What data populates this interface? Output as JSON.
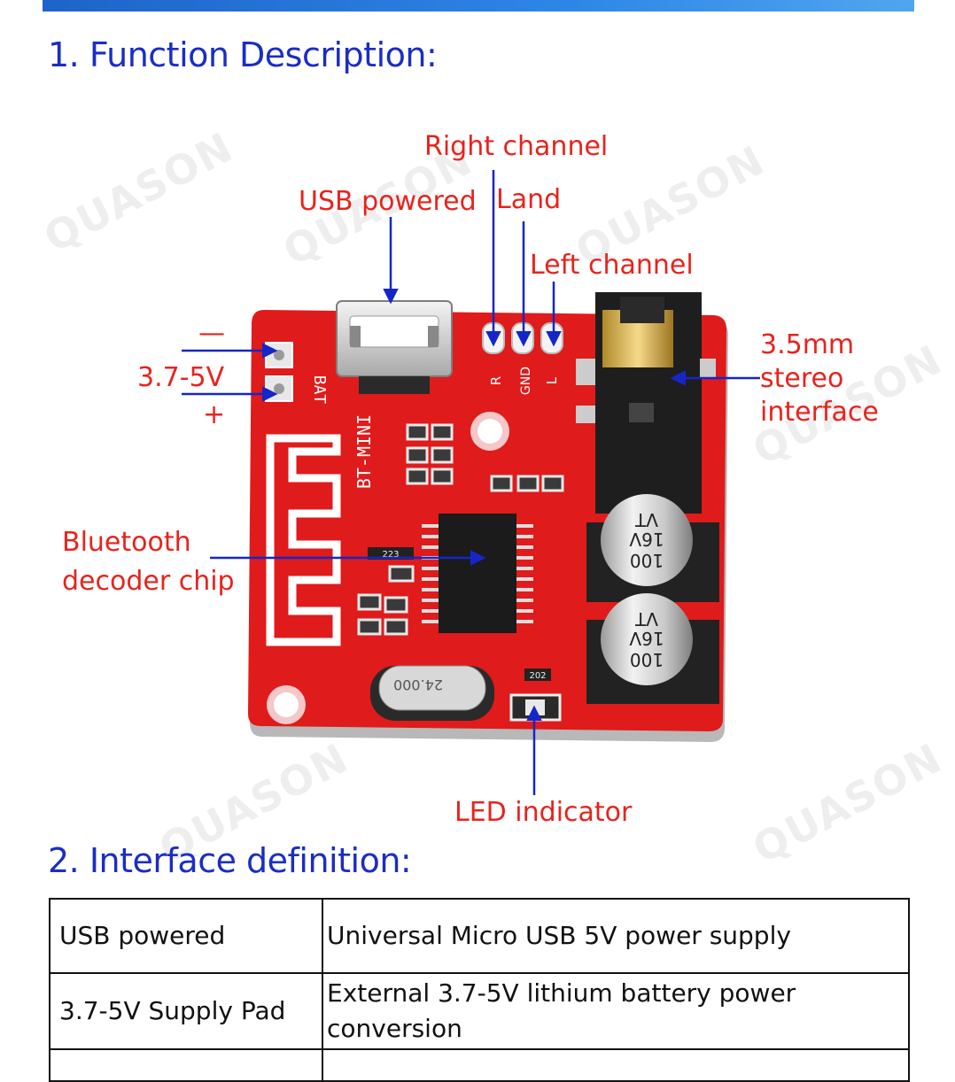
{
  "section1": {
    "title": "1. Function Description:"
  },
  "callouts": {
    "right_channel": "Right channel",
    "land": "Land",
    "usb_powered": "USB powered",
    "left_channel": "Left channel",
    "minus": "—",
    "voltage": "3.7-5V",
    "plus": "+",
    "stereo": [
      "3.5mm",
      "stereo",
      "interface"
    ],
    "bt_chip": [
      "Bluetooth",
      "decoder chip"
    ],
    "led": "LED indicator"
  },
  "board_labels": {
    "bat": "BAT",
    "model": "BT-MINI",
    "r": "R",
    "gnd": "GND",
    "l": "L",
    "cap_text": [
      "VT",
      "16V",
      "100"
    ],
    "crystal": "24.000",
    "res1": "223",
    "res2": "202"
  },
  "watermark": "QUASON",
  "section2": {
    "title": "2. Interface definition:"
  },
  "table": {
    "rows": [
      [
        "USB powered",
        "Universal Micro USB 5V power supply"
      ],
      [
        "3.7-5V Supply Pad",
        "External 3.7-5V lithium battery power conversion"
      ],
      [
        "",
        ""
      ]
    ]
  },
  "colors": {
    "title_blue": "#1b2dc4",
    "callout_red": "#e8231c",
    "pcb_red": "#e01b1b",
    "arrow_blue": "#1526c8"
  }
}
